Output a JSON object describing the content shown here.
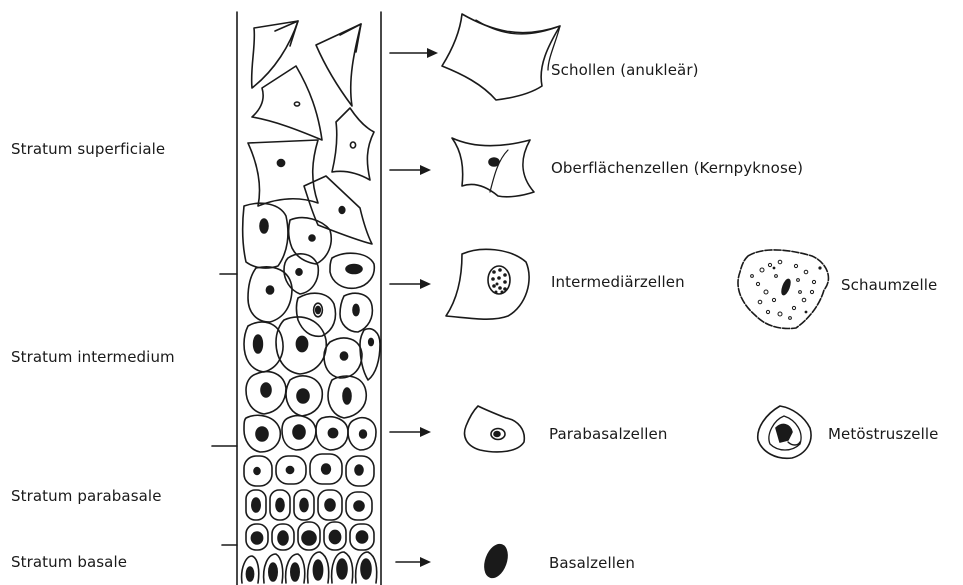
{
  "layers": {
    "superficiale": "Stratum superficiale",
    "intermedium": "Stratum intermedium",
    "parabasale": "Stratum parabasale",
    "basale": "Stratum basale"
  },
  "cells": {
    "schollen": "Schollen (anukleär)",
    "oberflaechen": "Oberflächenzellen (Kernpyknose)",
    "intermediaer": "Intermediärzellen",
    "schaum": "Schaumzelle",
    "parabasal": "Parabasalzellen",
    "metoestrus": "Metöstruszelle",
    "basal": "Basalzellen"
  },
  "colors": {
    "ink": "#1a1a1a",
    "background": "#ffffff"
  }
}
